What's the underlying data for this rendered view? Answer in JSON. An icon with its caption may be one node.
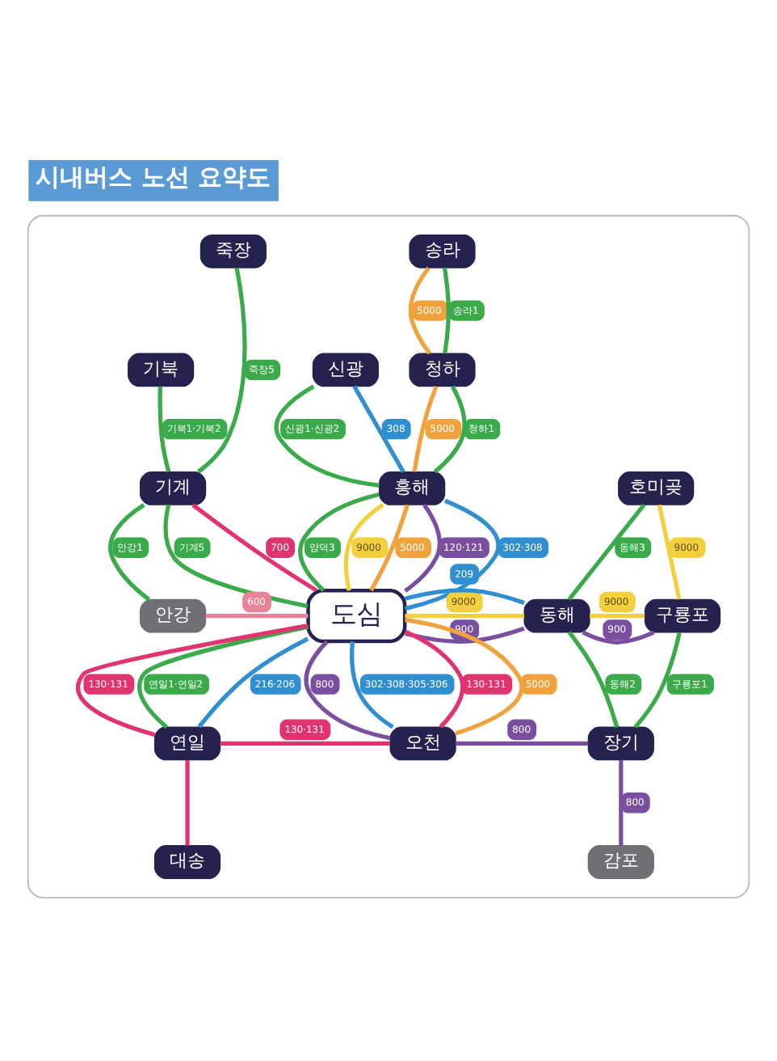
{
  "diagram": {
    "title": "시내버스 노선 요약도",
    "nodes": [
      {
        "text": [],
        "shape": "box"
      },
      {
        "text": [
          "죽장"
        ],
        "in": 0
      },
      {
        "text": [
          "송라"
        ],
        "in": 0
      },
      {
        "text": [
          "기북"
        ],
        "in": 0
      },
      {
        "text": [
          "신광"
        ],
        "in": 0
      },
      {
        "text": [
          "청하"
        ],
        "in": 0
      },
      {
        "text": [
          "흥해"
        ],
        "in": 0
      },
      {
        "text": [
          "기계"
        ],
        "in": 0
      },
      {
        "text": [
          "호미곶"
        ],
        "in": 0
      },
      {
        "text": [
          "안강"
        ],
        "in": 0
      },
      {
        "text": [
          "도심"
        ],
        "in": 0
      },
      {
        "text": [
          "동해"
        ],
        "in": 0
      },
      {
        "text": [
          "구룡포"
        ],
        "in": 0
      },
      {
        "text": [
          "연일"
        ],
        "in": 0
      },
      {
        "text": [
          "오천"
        ],
        "in": 0
      },
      {
        "text": [
          "장기"
        ],
        "in": 0
      },
      {
        "text": [
          "대송"
        ],
        "in": 0
      },
      {
        "text": [
          "감포"
        ],
        "in": 0
      }
    ],
    "edges": [
      {
        "from": 1,
        "to": 7,
        "arrow": "none",
        "label": "죽장5"
      },
      {
        "from": 2,
        "to": 5,
        "arrow": "none",
        "label": "5000",
        "color": "#f0a23c"
      },
      {
        "from": 2,
        "to": 5,
        "arrow": "none",
        "label": "송라1"
      },
      {
        "from": 3,
        "to": 7,
        "arrow": "none",
        "label": "기북1·기북2"
      },
      {
        "from": 4,
        "to": 6,
        "arrow": "none",
        "label": "신광1·신광2"
      },
      {
        "from": 4,
        "to": 6,
        "arrow": "none",
        "label": "308",
        "color": "#2f8fd0"
      },
      {
        "from": 5,
        "to": 6,
        "arrow": "none",
        "label": "5000",
        "color": "#f0a23c"
      },
      {
        "from": 5,
        "to": 6,
        "arrow": "none",
        "label": "청하1"
      },
      {
        "from": 7,
        "to": 9,
        "arrow": "none",
        "label": "안강1"
      },
      {
        "from": 7,
        "to": 10,
        "arrow": "none",
        "label": "기계5"
      },
      {
        "from": 7,
        "to": 10,
        "arrow": "none",
        "label": "700",
        "color": "#e0336f"
      },
      {
        "from": 6,
        "to": 10,
        "arrow": "none",
        "label": "9000",
        "color": "#f2cf3d"
      },
      {
        "from": 6,
        "to": 10,
        "arrow": "none",
        "label": "5000",
        "color": "#f0a23c"
      },
      {
        "from": 6,
        "to": 10,
        "arrow": "none",
        "label": "120·121",
        "color": "#7b4fa0"
      },
      {
        "from": 6,
        "to": 10,
        "arrow": "none",
        "label": "302·308",
        "color": "#2f8fd0"
      },
      {
        "from": 6,
        "to": 10,
        "arrow": "none",
        "label": "양덕3"
      },
      {
        "from": 11,
        "to": 8,
        "arrow": "none",
        "label": "동해3"
      },
      {
        "from": 8,
        "to": 12,
        "arrow": "none",
        "label": "9000",
        "color": "#f2cf3d"
      },
      {
        "from": 9,
        "to": 10,
        "arrow": "none",
        "label": "600",
        "color": "#e8849a"
      },
      {
        "from": 10,
        "to": 11,
        "arrow": "none",
        "label": "9000",
        "color": "#f2cf3d"
      },
      {
        "from": 10,
        "to": 11,
        "arrow": "none",
        "label": "900",
        "color": "#7b4fa0"
      },
      {
        "from": 10,
        "to": 11,
        "arrow": "none",
        "label": "209",
        "color": "#2f8fd0"
      },
      {
        "from": 11,
        "to": 12,
        "arrow": "none",
        "label": "9000",
        "color": "#f2cf3d"
      },
      {
        "from": 11,
        "to": 12,
        "arrow": "none",
        "label": "900",
        "color": "#7b4fa0"
      },
      {
        "from": 10,
        "to": 13,
        "arrow": "none",
        "label": "연일1·연일2"
      },
      {
        "from": 10,
        "to": 13,
        "arrow": "none",
        "label": "216·206",
        "color": "#2f8fd0"
      },
      {
        "from": 10,
        "to": 13,
        "arrow": "none",
        "label": "130·131",
        "color": "#e0336f"
      },
      {
        "from": 10,
        "to": 14,
        "arrow": "none",
        "label": "130·131",
        "color": "#e0336f"
      },
      {
        "from": 10,
        "to": 14,
        "arrow": "none",
        "label": "5000",
        "color": "#f0a23c"
      },
      {
        "from": 10,
        "to": 14,
        "arrow": "none",
        "label": "800",
        "color": "#7b4fa0"
      },
      {
        "from": 10,
        "to": 14,
        "arrow": "none",
        "label": "302·308·305·306",
        "color": "#2f8fd0"
      },
      {
        "from": 11,
        "to": 15,
        "arrow": "none",
        "label": "동해2"
      },
      {
        "from": 12,
        "to": 15,
        "arrow": "none",
        "label": "구룡포1"
      },
      {
        "from": 13,
        "to": 14,
        "arrow": "none",
        "label": "130·131",
        "color": "#e0336f"
      },
      {
        "from": 13,
        "to": 16,
        "arrow": "none",
        "color": "#e0336f"
      },
      {
        "from": 14,
        "to": 15,
        "arrow": "none",
        "label": "800",
        "color": "#7b4fa0"
      },
      {
        "from": 15,
        "to": 17,
        "arrow": "none",
        "label": "800",
        "color": "#7b4fa0"
      }
    ]
  }
}
